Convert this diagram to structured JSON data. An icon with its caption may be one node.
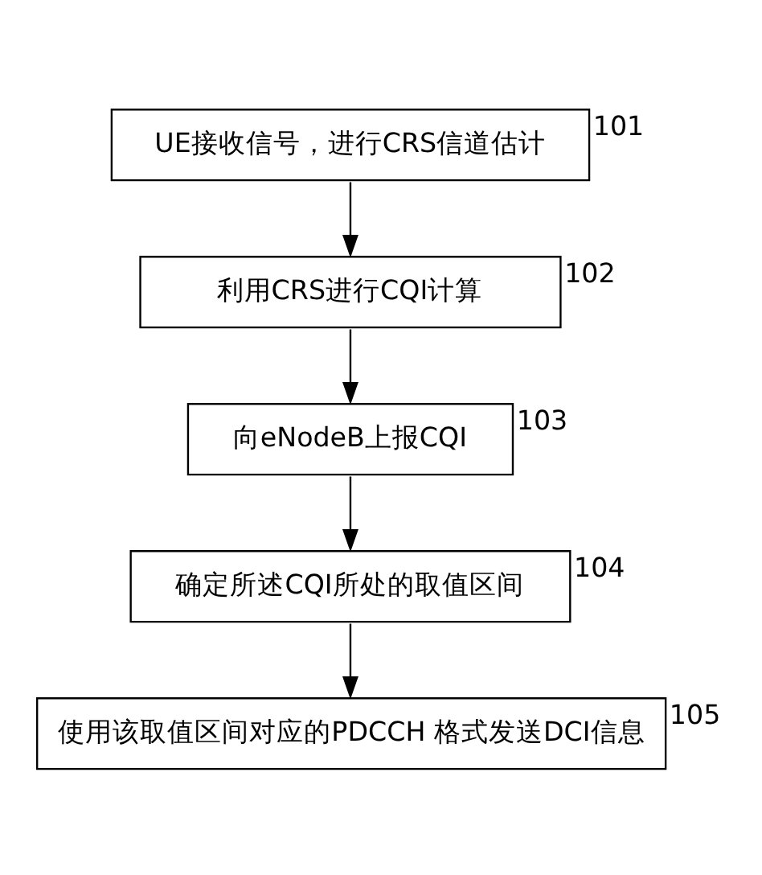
{
  "diagram": {
    "nodes": [
      {
        "text": [
          "UE接收信号，进行CRS信道估计"
        ],
        "beside": [
          "101"
        ]
      },
      {
        "text": [
          "利用CRS进行CQI计算"
        ],
        "beside": [
          "102"
        ]
      },
      {
        "text": [
          "向eNodeB上报CQI"
        ],
        "beside": [
          "103"
        ]
      },
      {
        "text": [
          "确定所述CQI所处的取值区间"
        ],
        "beside": [
          "104"
        ]
      },
      {
        "text": [
          "使用该取值区间对应的PDCCH 格式发送DCI信息"
        ],
        "beside": [
          "105"
        ]
      }
    ],
    "edges": [
      {
        "from": 0,
        "to": 1,
        "arrow": "to"
      },
      {
        "from": 1,
        "to": 2,
        "arrow": "to"
      },
      {
        "from": 2,
        "to": 3,
        "arrow": "to"
      },
      {
        "from": 3,
        "to": 4,
        "arrow": "to"
      }
    ]
  }
}
